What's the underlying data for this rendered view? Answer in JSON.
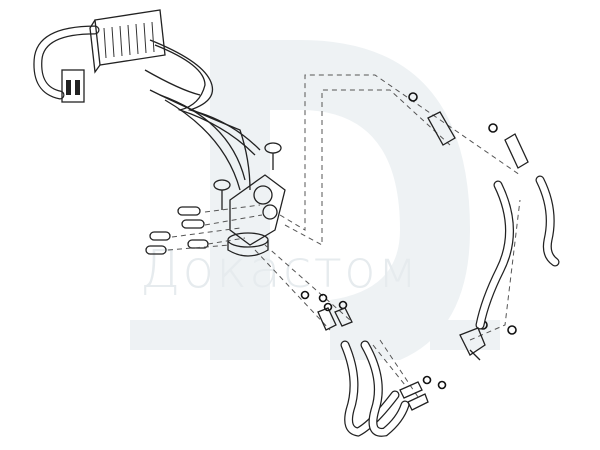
{
  "diagram": {
    "type": "exploded-parts-drawing",
    "watermark": "Докастом",
    "parts": [
      "wiring-harness",
      "connector-block",
      "plug",
      "screws",
      "valve-assembly",
      "clips",
      "tube-fittings",
      "o-rings",
      "hoses",
      "elbow-fitting"
    ]
  }
}
